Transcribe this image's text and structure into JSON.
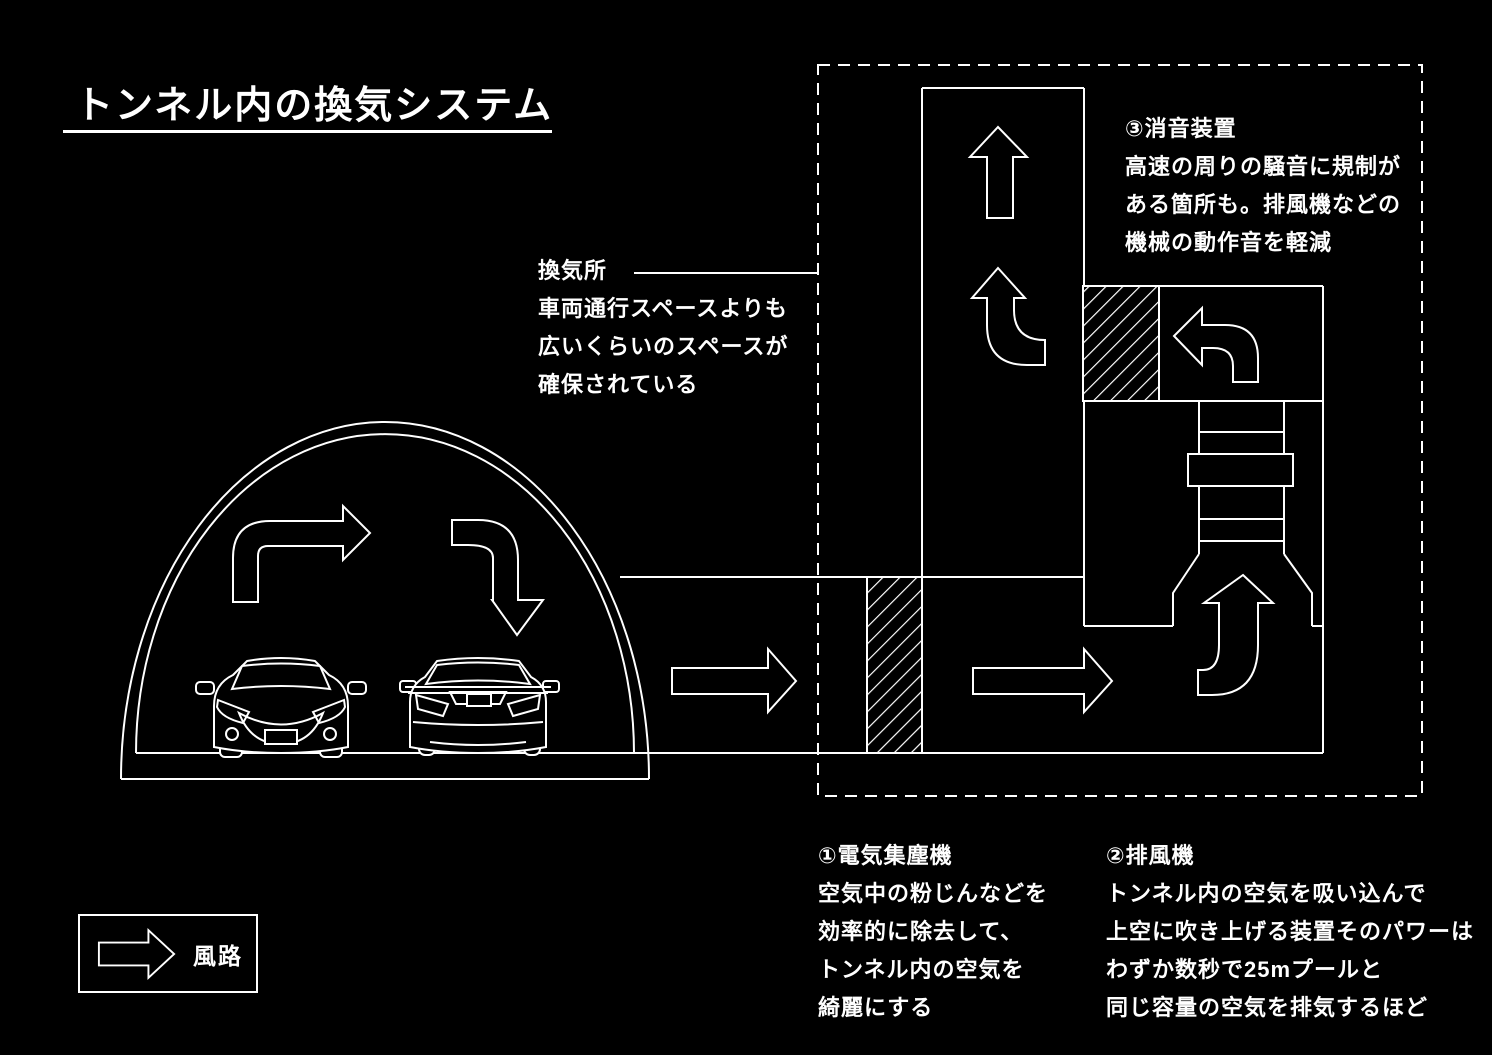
{
  "colors": {
    "background": "#000000",
    "line": "#ffffff"
  },
  "title": {
    "text": "トンネル内の換気システム"
  },
  "callouts": {
    "vent_station": {
      "lines": [
        "換気所",
        "車両通行スペースよりも",
        "広いくらいのスペースが",
        "確保されている"
      ]
    },
    "silencer": {
      "lines": [
        "③消音装置",
        "高速の周りの騒音に規制が",
        "ある箇所も。排風機などの",
        "機械の動作音を軽減"
      ]
    },
    "dust_collector": {
      "lines": [
        "①電気集塵機",
        "空気中の粉じんなどを",
        "効率的に除去して、",
        "トンネル内の空気を",
        "綺麗にする"
      ]
    },
    "exhaust_fan": {
      "lines": [
        "②排風機",
        "トンネル内の空気を吸い込んで",
        "上空に吹き上げる装置そのパワーは",
        "わずか数秒で25mプールと",
        "同じ容量の空気を排気するほど"
      ]
    }
  },
  "legend": {
    "label": "風路",
    "icon": "airflow-right-arrow-outline"
  }
}
